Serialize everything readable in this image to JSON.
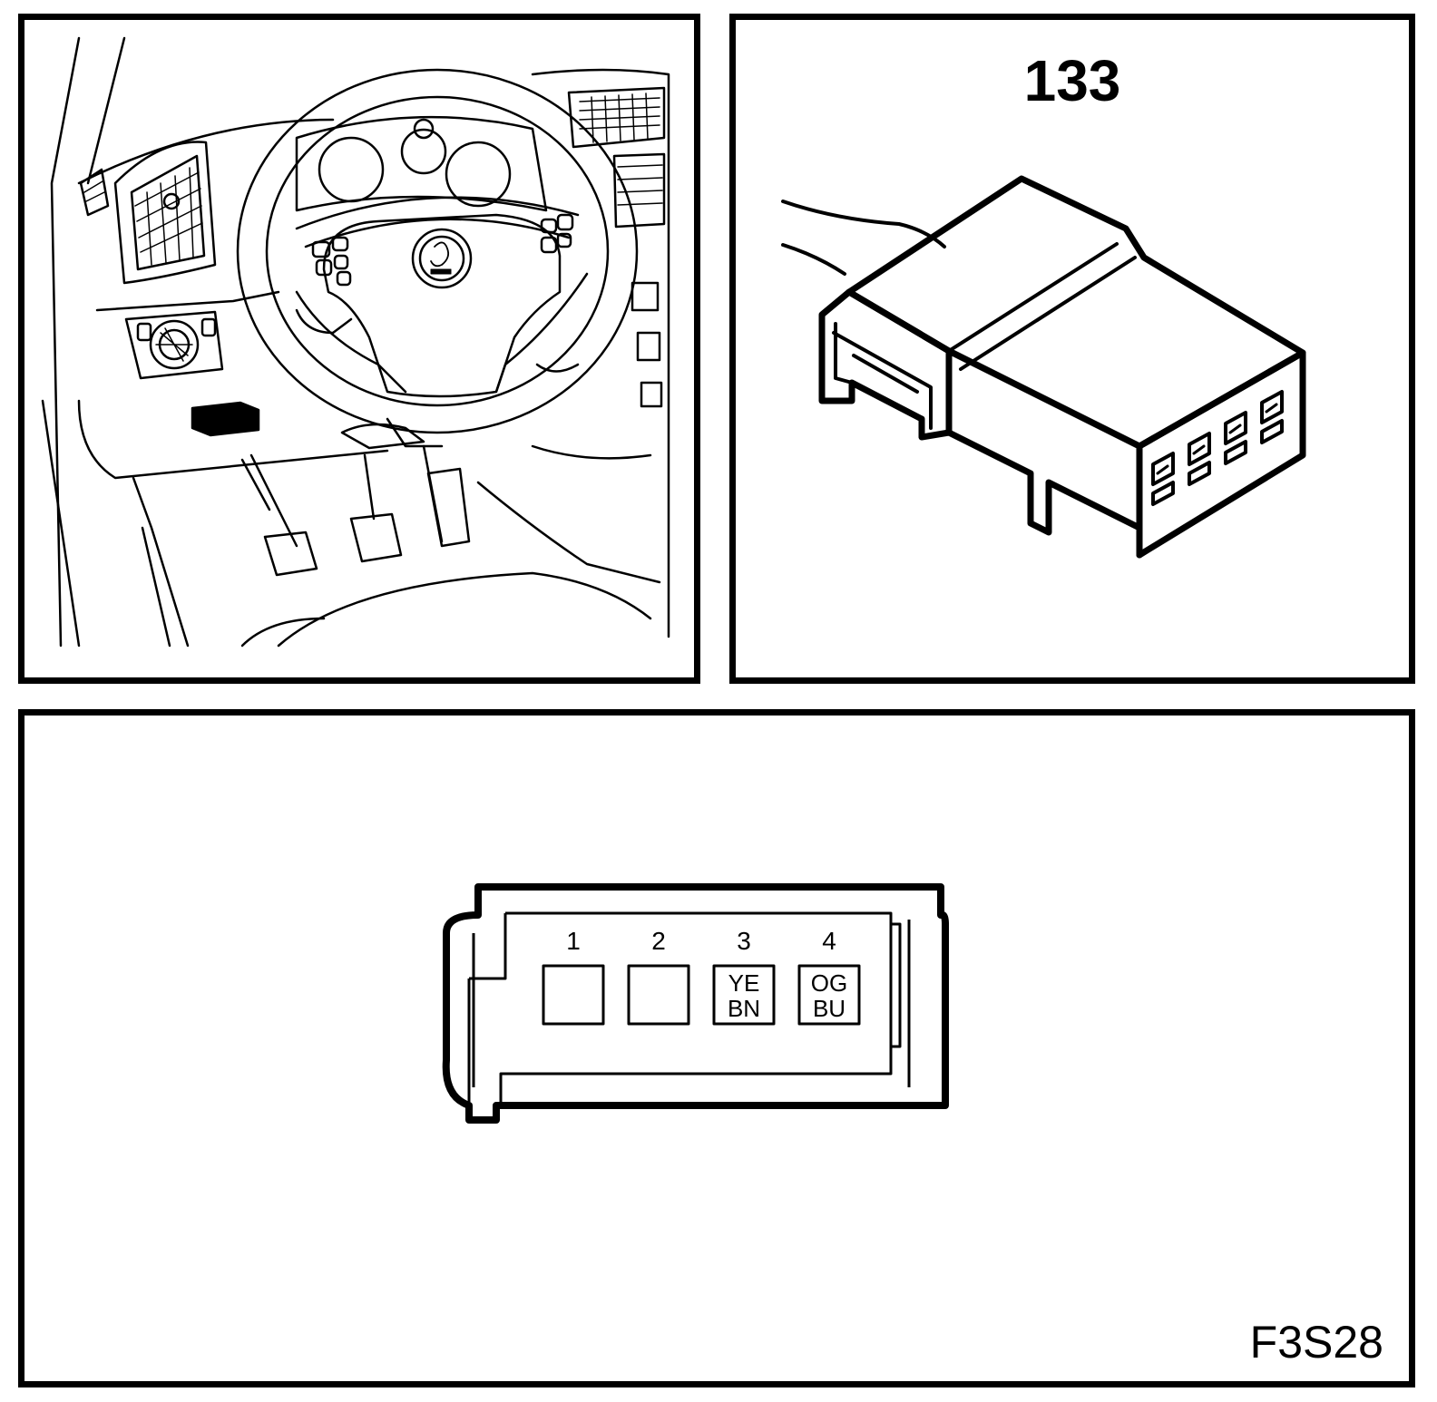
{
  "connector": {
    "number": "133"
  },
  "pinout": {
    "pins": [
      {
        "number": "1",
        "colors": [
          "",
          ""
        ]
      },
      {
        "number": "2",
        "colors": [
          "",
          ""
        ]
      },
      {
        "number": "3",
        "colors": [
          "YE",
          "BN"
        ]
      },
      {
        "number": "4",
        "colors": [
          "OG",
          "BU"
        ]
      }
    ]
  },
  "figure": {
    "code": "F3S28"
  },
  "colors": {
    "line": "#000000",
    "background": "#ffffff"
  }
}
